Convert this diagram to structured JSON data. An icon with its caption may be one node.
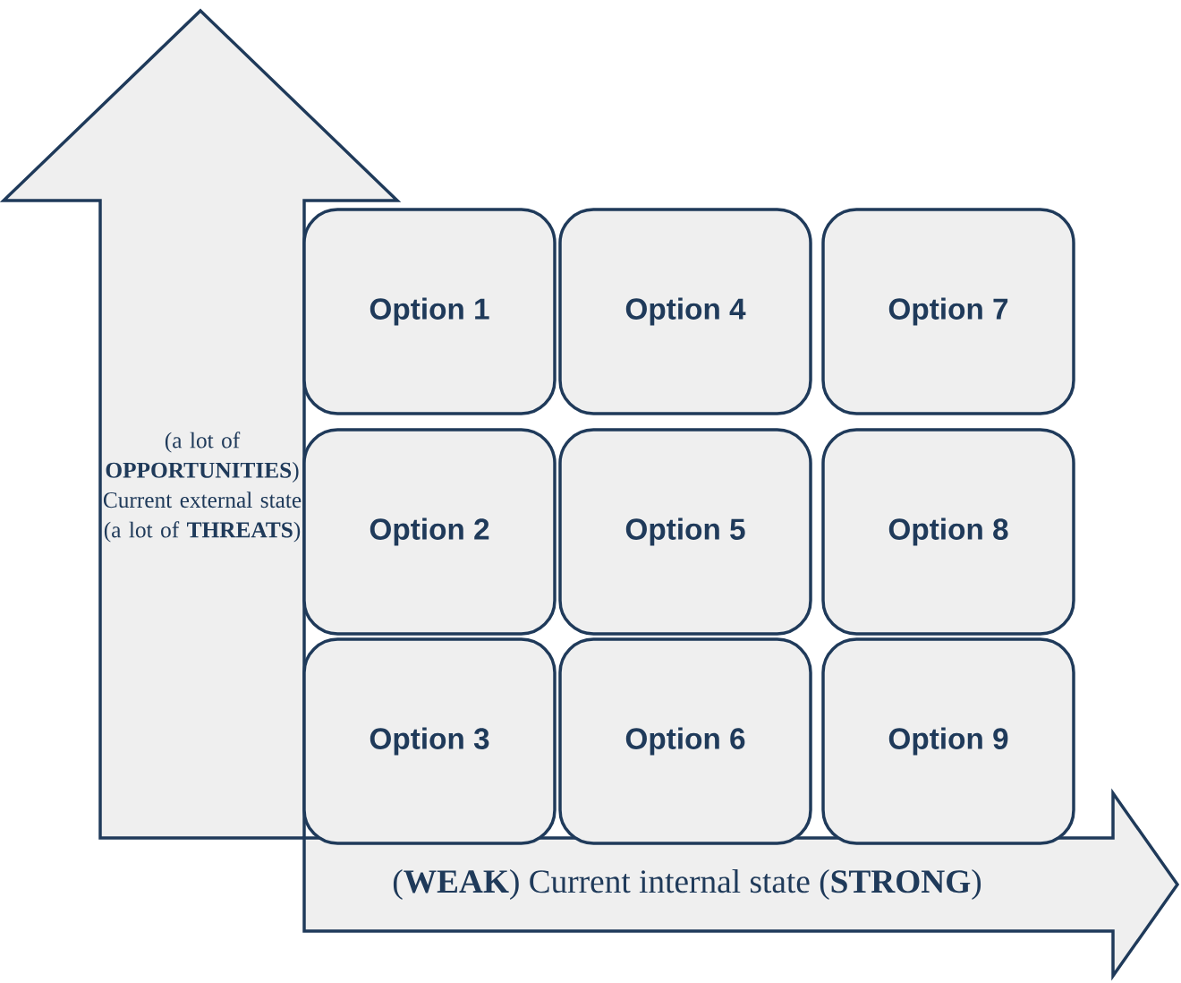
{
  "diagram": {
    "nodes": [
      {
        "text": [
          "(a lot of **OPPORTUNITIES**) Current external state (a lot of **THREATS**)"
        ]
      },
      {
        "text": [
          "(**WEAK**) Current internal state (**STRONG**)"
        ]
      },
      {
        "text": [
          "Option 1"
        ]
      },
      {
        "text": [
          "Option 4"
        ]
      },
      {
        "text": [
          "Option 7"
        ]
      },
      {
        "text": [
          "Option 2"
        ]
      },
      {
        "text": [
          "Option 5"
        ]
      },
      {
        "text": [
          "Option 8"
        ]
      },
      {
        "text": [
          "Option 3"
        ]
      },
      {
        "text": [
          "Option 6"
        ]
      },
      {
        "text": [
          "Option 9"
        ]
      }
    ]
  }
}
